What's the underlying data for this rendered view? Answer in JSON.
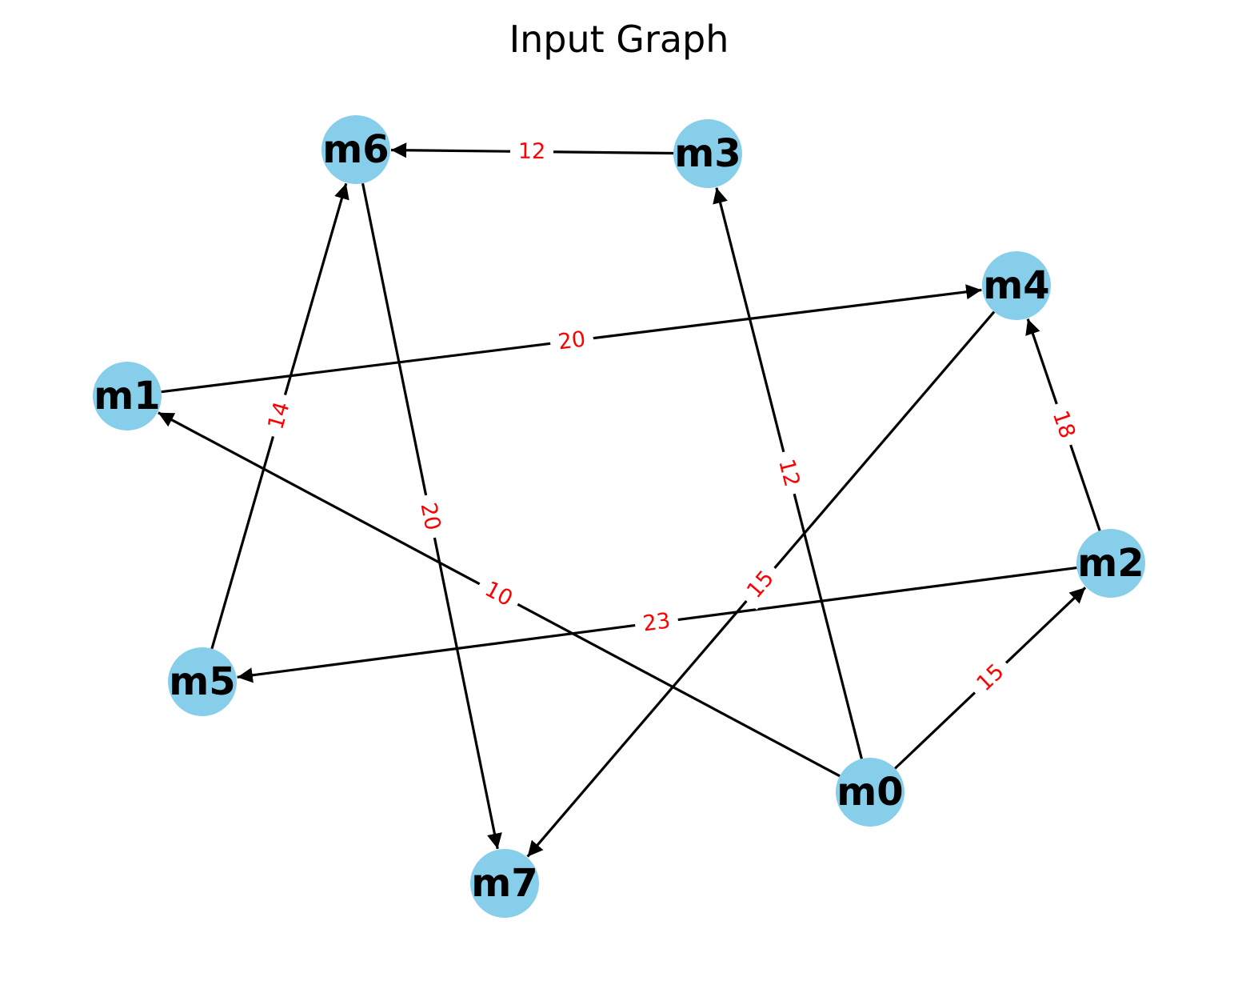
{
  "title": "Input Graph",
  "colors": {
    "node_fill": "#87CEEB",
    "edge": "#000000",
    "edge_label": "#ff0000",
    "node_label": "#000000"
  },
  "graph": {
    "directed": true,
    "nodes": [
      {
        "id": "m0",
        "label": "m0"
      },
      {
        "id": "m1",
        "label": "m1"
      },
      {
        "id": "m2",
        "label": "m2"
      },
      {
        "id": "m3",
        "label": "m3"
      },
      {
        "id": "m4",
        "label": "m4"
      },
      {
        "id": "m5",
        "label": "m5"
      },
      {
        "id": "m6",
        "label": "m6"
      },
      {
        "id": "m7",
        "label": "m7"
      }
    ],
    "edges": [
      {
        "from": "m3",
        "to": "m6",
        "weight": "12"
      },
      {
        "from": "m0",
        "to": "m3",
        "weight": "12"
      },
      {
        "from": "m6",
        "to": "m7",
        "weight": "20"
      },
      {
        "from": "m5",
        "to": "m6",
        "weight": "14"
      },
      {
        "from": "m1",
        "to": "m4",
        "weight": "20"
      },
      {
        "from": "m0",
        "to": "m1",
        "weight": "10"
      },
      {
        "from": "m4",
        "to": "m7",
        "weight": "15"
      },
      {
        "from": "m2",
        "to": "m4",
        "weight": "18"
      },
      {
        "from": "m2",
        "to": "m5",
        "weight": "23"
      },
      {
        "from": "m0",
        "to": "m2",
        "weight": "15"
      }
    ]
  }
}
